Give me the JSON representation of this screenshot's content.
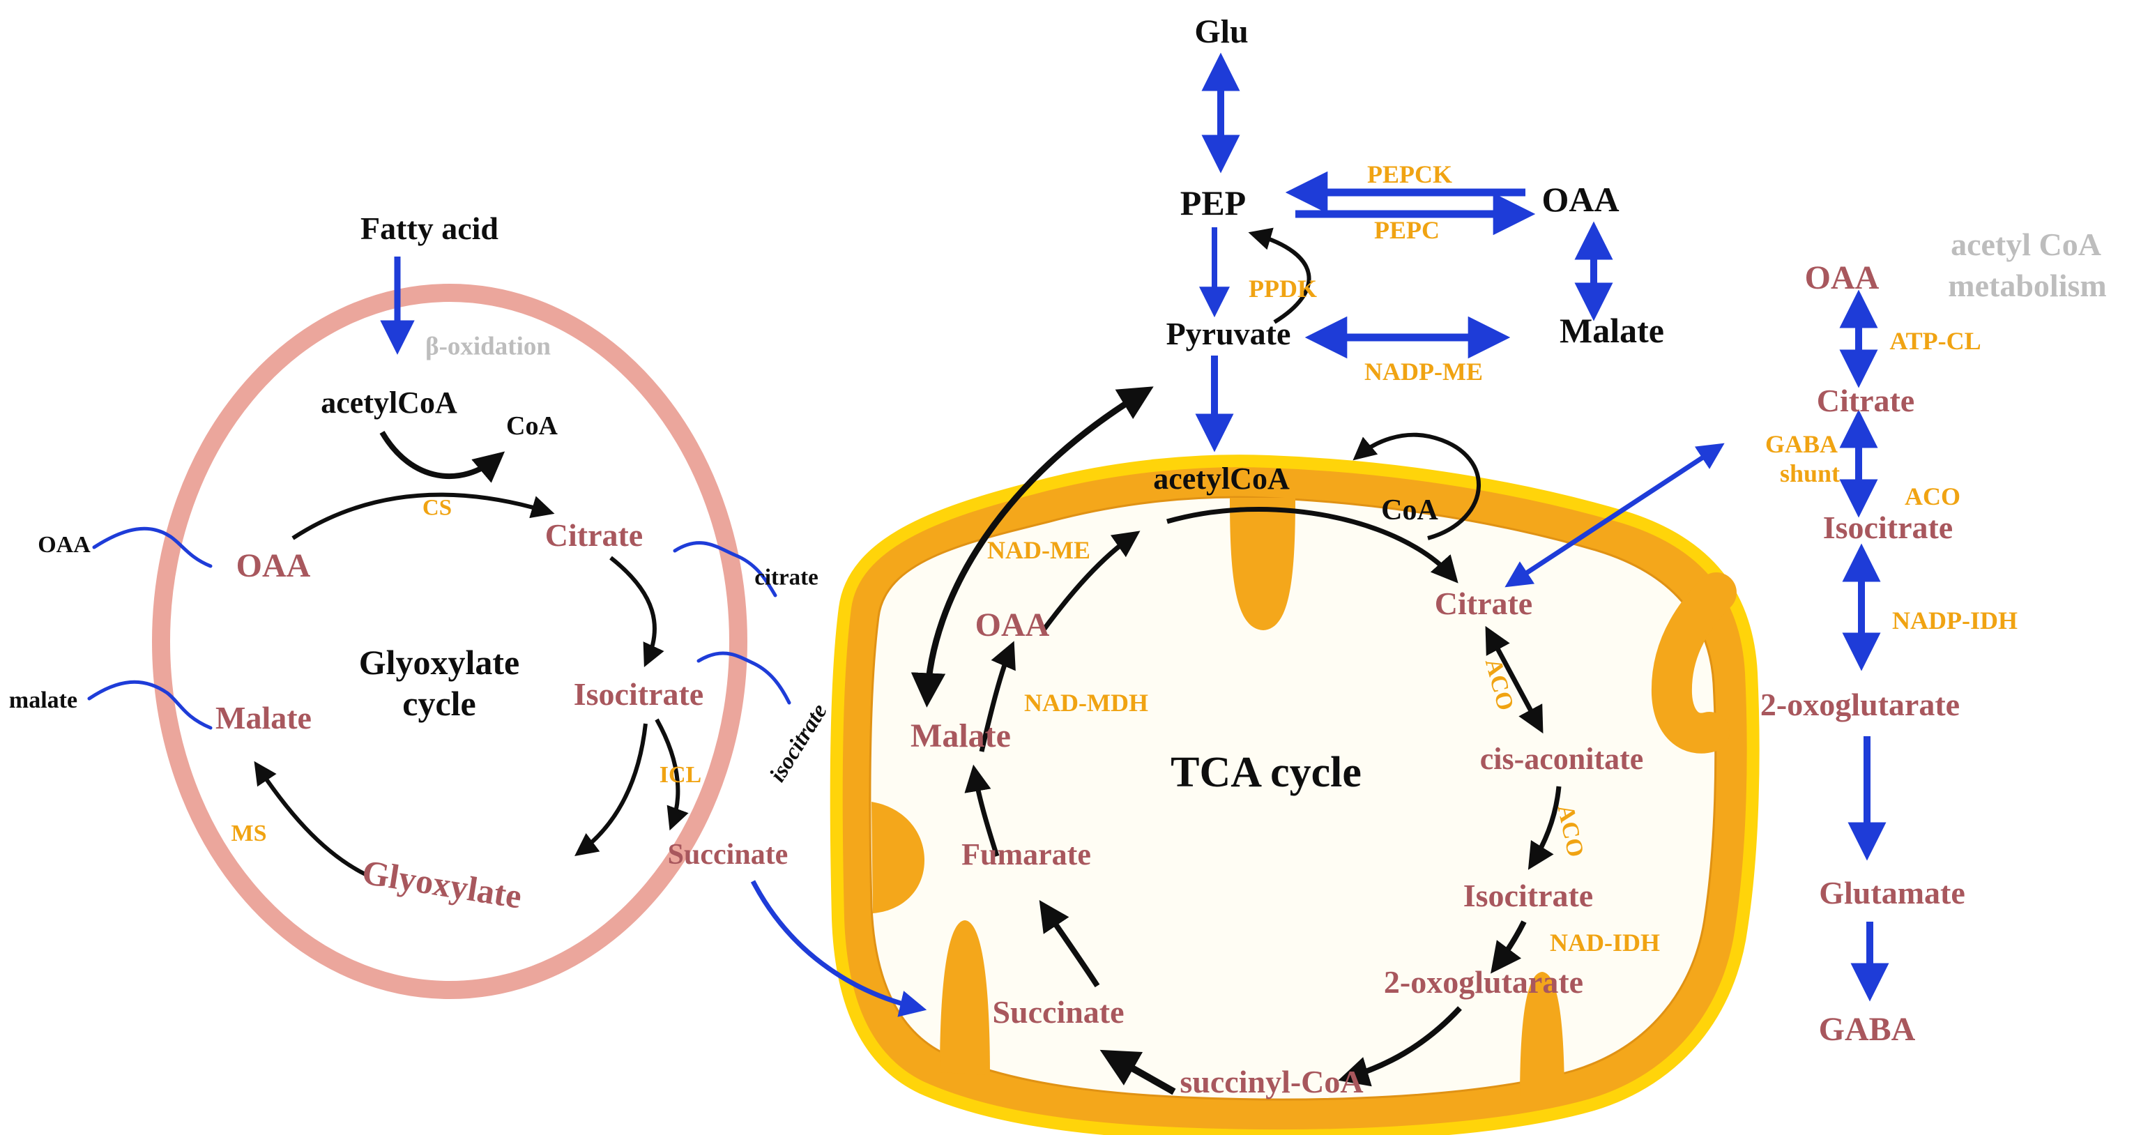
{
  "colors": {
    "blue": "#1e3cd8",
    "black": "#0e0e0e",
    "metabolite": "#a8575d",
    "enzyme": "#f0a312",
    "muted": "#bdbdbd",
    "peroxisome": "#eba69c",
    "mito-membrane": "#f4a71b",
    "mito-outer": "#ffd40a",
    "mito-inner": "#fffdf4",
    "background": "#ffffff"
  },
  "cytosol": {
    "glu": "Glu",
    "pep": "PEP",
    "oaa": "OAA",
    "pyruvate": "Pyruvate",
    "malate": "Malate",
    "fatty_acid": "Fatty acid",
    "pepck": "PEPCK",
    "pepc": "PEPC",
    "ppdk": "PPDK",
    "nadp_me": "NADP-ME"
  },
  "glyoxylate_cycle": {
    "title_line1": "Glyoxylate",
    "title_line2": "cycle",
    "beta_oxidation": "β-oxidation",
    "acetyl_coa": "acetylCoA",
    "coa": "CoA",
    "oaa": "OAA",
    "citrate": "Citrate",
    "isocitrate": "Isocitrate",
    "glyoxylate": "Glyoxylate",
    "malate": "Malate",
    "succinate": "Succinate",
    "cs": "CS",
    "icl": "ICL",
    "ms": "MS",
    "transporters": {
      "oaa": "OAA",
      "malate": "malate",
      "citrate": "citrate",
      "isocitrate": "isocitrate"
    }
  },
  "tca_cycle": {
    "title": "TCA cycle",
    "acetyl_coa": "acetylCoA",
    "coa": "CoA",
    "oaa": "OAA",
    "malate": "Malate",
    "citrate": "Citrate",
    "cis_aconitate": "cis-aconitate",
    "isocitrate": "Isocitrate",
    "oxoglutarate": "2-oxoglutarate",
    "succinyl_coa": "succinyl-CoA",
    "succinate": "Succinate",
    "fumarate": "Fumarate",
    "nad_me": "NAD-ME",
    "nad_mdh": "NAD-MDH",
    "aco_upper": "ACO",
    "aco_lower": "ACO",
    "nad_idh": "NAD-IDH"
  },
  "acetyl_coa_metabolism": {
    "title_line1": "acetyl CoA",
    "title_line2": "metabolism",
    "oaa": "OAA",
    "citrate": "Citrate",
    "isocitrate": "Isocitrate",
    "oxoglutarate": "2-oxoglutarate",
    "glutamate": "Glutamate",
    "gaba": "GABA",
    "atp_cl": "ATP-CL",
    "aco": "ACO",
    "nadp_idh": "NADP-IDH",
    "gaba_shunt_line1": "GABA",
    "gaba_shunt_line2": "shunt"
  }
}
